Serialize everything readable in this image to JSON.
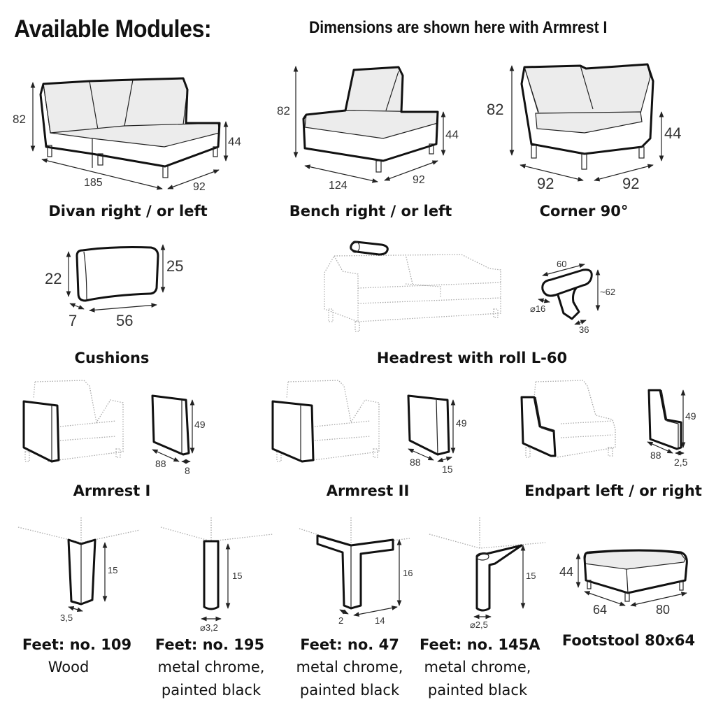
{
  "header": {
    "title": "Available Modules:",
    "subtitle": "Dimensions are shown here with Armrest I"
  },
  "modules": [
    {
      "id": "divan",
      "label": "Divan right / or left",
      "dims": {
        "height": "82",
        "seat_height": "44",
        "length": "185",
        "depth": "92"
      }
    },
    {
      "id": "bench",
      "label": "Bench right / or left",
      "dims": {
        "height": "82",
        "seat_height": "44",
        "length": "124",
        "depth": "92"
      }
    },
    {
      "id": "corner",
      "label": "Corner 90°",
      "dims": {
        "height": "82",
        "seat_height": "44",
        "side_a": "92",
        "side_b": "92"
      }
    },
    {
      "id": "cushions",
      "label": "Cushions",
      "dims": {
        "height_left": "22",
        "height_right": "25",
        "depth": "7",
        "width": "56"
      }
    },
    {
      "id": "headrest",
      "label": "Headrest with roll L-60",
      "dims": {
        "length": "60",
        "height": "~62",
        "diameter": "⌀16",
        "base": "36"
      }
    },
    {
      "id": "armrest1",
      "label": "Armrest I",
      "dims": {
        "height": "49",
        "depth": "88",
        "width": "8"
      }
    },
    {
      "id": "armrest2",
      "label": "Armrest II",
      "dims": {
        "height": "49",
        "depth": "88",
        "width": "15"
      }
    },
    {
      "id": "endpart",
      "label": "Endpart left / or right",
      "dims": {
        "height": "49",
        "depth": "88",
        "width": "2,5"
      }
    },
    {
      "id": "feet109",
      "label": "Feet: no. 109",
      "desc": [
        "Wood"
      ],
      "dims": {
        "height": "15",
        "width": "3,5"
      }
    },
    {
      "id": "feet195",
      "label": "Feet: no. 195",
      "desc": [
        "metal chrome,",
        "painted black"
      ],
      "dims": {
        "height": "15",
        "diameter": "⌀3,2"
      }
    },
    {
      "id": "feet47",
      "label": "Feet: no. 47",
      "desc": [
        "metal chrome,",
        "painted black"
      ],
      "dims": {
        "height": "16",
        "thickness": "2",
        "span": "14"
      }
    },
    {
      "id": "feet145a",
      "label": "Feet: no. 145A",
      "desc": [
        "metal chrome,",
        "painted black"
      ],
      "dims": {
        "height": "15",
        "diameter": "⌀2,5"
      }
    },
    {
      "id": "footstool",
      "label": "Footstool 80x64",
      "dims": {
        "height": "44",
        "depth": "64",
        "width": "80"
      }
    }
  ]
}
